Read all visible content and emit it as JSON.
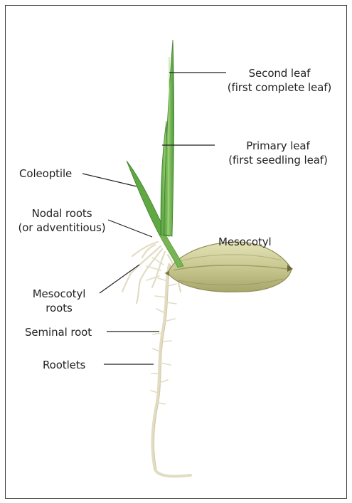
{
  "labels": {
    "second_leaf": {
      "line1": "Second leaf",
      "line2": "(first complete leaf)"
    },
    "primary_leaf": {
      "line1": "Primary leaf",
      "line2": "(first seedling leaf)"
    },
    "coleoptile": "Coleoptile",
    "nodal_roots": {
      "line1": "Nodal roots",
      "line2": "(or adventitious)"
    },
    "mesocotyl": "Mesocotyl",
    "mesocotyl_roots": {
      "line1": "Mesocotyl",
      "line2": "roots"
    },
    "seminal_root": "Seminal root",
    "rootlets": "Rootlets"
  },
  "colors": {
    "leaf_dark": "#4f9a3a",
    "leaf_light": "#8fc86a",
    "grain": "#c9c891",
    "root": "#e2dcc3",
    "leader_line": "#231f20",
    "frame": "#3a3a3a"
  }
}
